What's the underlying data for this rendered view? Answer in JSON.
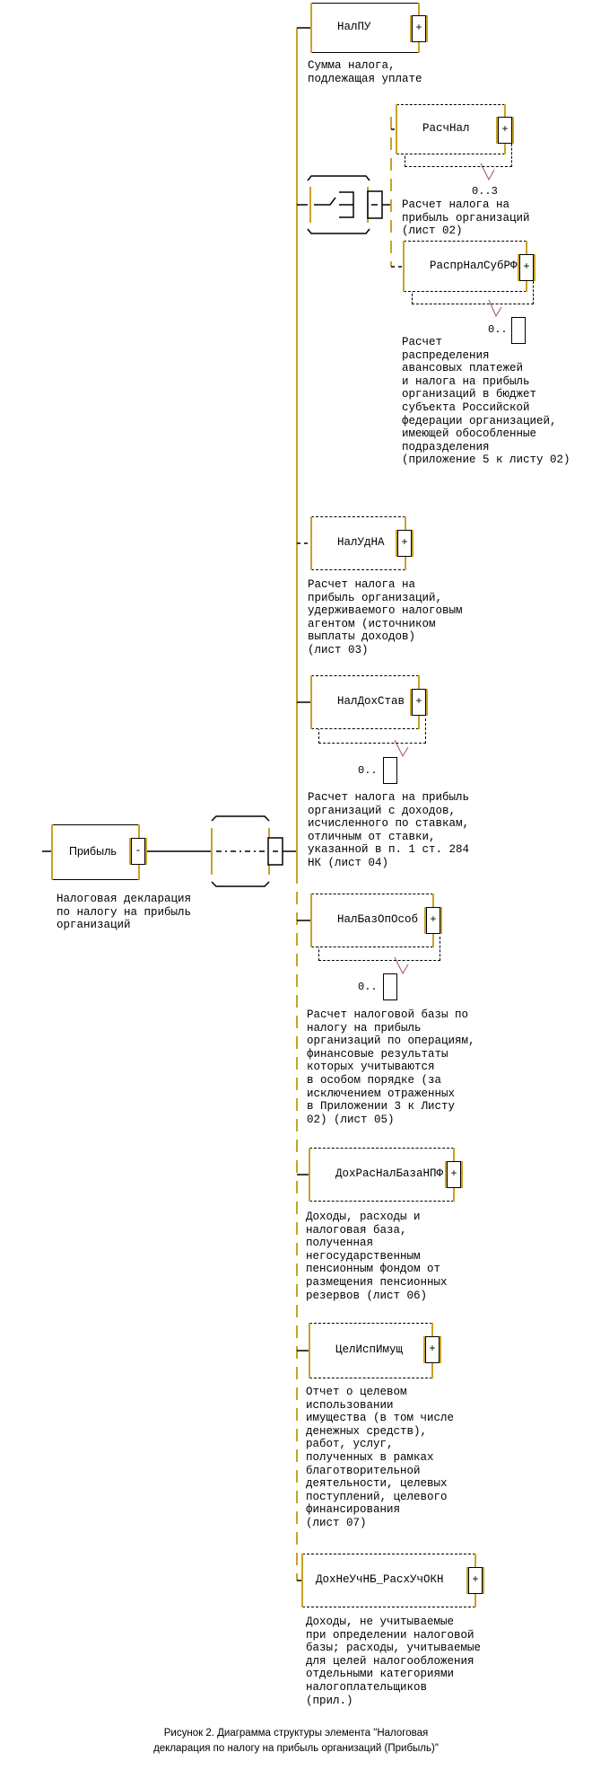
{
  "root": {
    "name": "Прибыль",
    "toggle": "-",
    "description": "Налоговая декларация\nпо налогу на прибыль\nорганизаций",
    "sequence_toggle": "-"
  },
  "elements": [
    {
      "name": "НалПУ",
      "toggle": "+",
      "description": "Сумма налога,\nподлежащая уплате"
    },
    {
      "name": "РасчНал",
      "toggle": "+",
      "multiplicity": "0..3",
      "description": "Расчет налога на\nприбыль организаций\n(лист 02)"
    },
    {
      "name": "РаспрНалСубРФ",
      "toggle": "+",
      "multiplicity": "0..",
      "description": "Расчет\nраспределения\nавансовых платежей\nи налога на прибыль\nорганизаций в бюджет\nсубъекта Российской\nфедерации организацией,\nимеющей обособленные\nподразделения\n(приложение 5 к листу 02)"
    },
    {
      "name": "НалУдНА",
      "toggle": "+",
      "description": "Расчет налога на\nприбыль организаций,\nудерживаемого налоговым\nагентом (источником\nвыплаты доходов)\n(лист 03)"
    },
    {
      "name": "НалДохСтав",
      "toggle": "+",
      "multiplicity": "0..",
      "description": "Расчет налога на прибыль\nорганизаций с доходов,\nисчисленного по ставкам,\nотличным от ставки,\nуказанной в п. 1 ст. 284\nНК (лист 04)"
    },
    {
      "name": "НалБазОпОсоб",
      "toggle": "+",
      "multiplicity": "0..",
      "description": "Расчет налоговой базы по\nналогу на прибыль\nорганизаций по операциям,\nфинансовые результаты\nкоторых учитываются\nв особом порядке (за\nисключением отраженных\nв Приложении 3 к Листу\n02) (лист 05)"
    },
    {
      "name": "ДохРасНалБазаНПФ",
      "toggle": "+",
      "description": "Доходы, расходы и\nналоговая база,\nполученная\nнегосударственным\nпенсионным фондом от\nразмещения пенсионных\nрезервов (лист 06)"
    },
    {
      "name": "ЦелИспИмущ",
      "toggle": "+",
      "description": "Отчет о целевом\nиспользовании\nимущества (в том числе\nденежных средств),\nработ, услуг,\nполученных в рамках\nблаготворительной\nдеятельности, целевых\nпоступлений, целевого\nфинансирования\n(лист 07)"
    },
    {
      "name": "ДохНеУчНБ_РасхУчОКН",
      "toggle": "+",
      "description": "Доходы, не учитываемые\nпри определении налоговой\nбазы; расходы, учитываемые\nдля целей налогообложения\nотдельными категориями\nналогоплательщиков\n(прил.)"
    }
  ],
  "caption": "Рисунок 2. Диаграмма структуры элемента \"Налоговая\nдекларация по налогу на прибыль организаций (Прибыль)\""
}
